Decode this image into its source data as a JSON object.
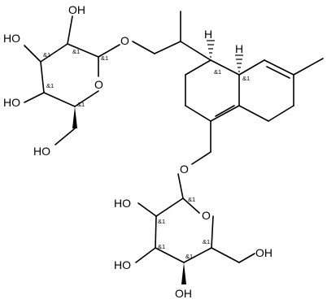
{
  "labels": {
    "oh": "OH",
    "ho": "HO",
    "o": "O",
    "h": "H",
    "stereo": "&1"
  },
  "colors": {
    "ink": "#000000",
    "background": "#ffffff"
  }
}
